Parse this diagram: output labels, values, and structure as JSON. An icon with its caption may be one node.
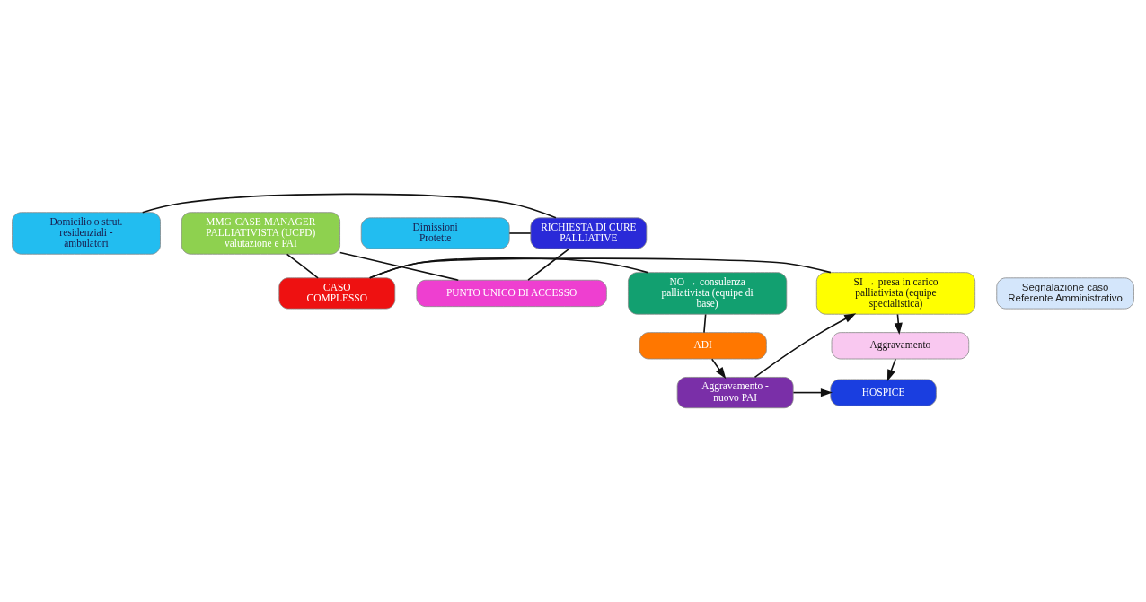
{
  "diagram": {
    "nodes": [
      {
        "text": [
          "Domicilio o strut. residenziali - ambulatori"
        ]
      },
      {
        "text": [
          "Dimissioni Protette"
        ]
      },
      {
        "text": [
          "RICHIESTA DI CURE PALLIATIVE"
        ]
      },
      {
        "text": [
          "PUNTO UNICO DI ACCESSO"
        ]
      },
      {
        "text": [
          "Segnalazione caso Referente Amministrativo"
        ]
      },
      {
        "text": [
          "MMG-CASE MANAGER PALLIATIVISTA (UCPD) valutazione e PAI"
        ]
      },
      {
        "text": [
          "CASO COMPLESSO"
        ]
      },
      {
        "text": [
          "SI → presa in carico palliativista (equipe specialistica)"
        ]
      },
      {
        "text": [
          "NO → consulenza palliativista (equipe di base)"
        ]
      },
      {
        "text": [
          "Aggravamento"
        ]
      },
      {
        "text": [
          "ADI"
        ]
      },
      {
        "text": [
          "HOSPICE"
        ]
      },
      {
        "text": [
          "Aggravamento - nuovo PAI"
        ]
      }
    ],
    "edges": [
      {
        "from": 0,
        "to": 2,
        "arrow": "none"
      },
      {
        "from": 1,
        "to": 2,
        "arrow": "none"
      },
      {
        "from": 2,
        "to": 3,
        "arrow": "none"
      },
      {
        "from": 3,
        "to": 5,
        "arrow": "none"
      },
      {
        "from": 5,
        "to": 6,
        "arrow": "none"
      },
      {
        "from": 6,
        "to": 7,
        "arrow": "none"
      },
      {
        "from": 6,
        "to": 8,
        "arrow": "none"
      },
      {
        "from": 7,
        "to": 9,
        "arrow": "to"
      },
      {
        "from": 8,
        "to": 10,
        "arrow": "none"
      },
      {
        "from": 10,
        "to": 12,
        "arrow": "to"
      },
      {
        "from": 9,
        "to": 11,
        "arrow": "to"
      },
      {
        "from": 12,
        "to": 11,
        "arrow": "to"
      },
      {
        "from": 12,
        "to": 7,
        "arrow": "to"
      }
    ]
  }
}
